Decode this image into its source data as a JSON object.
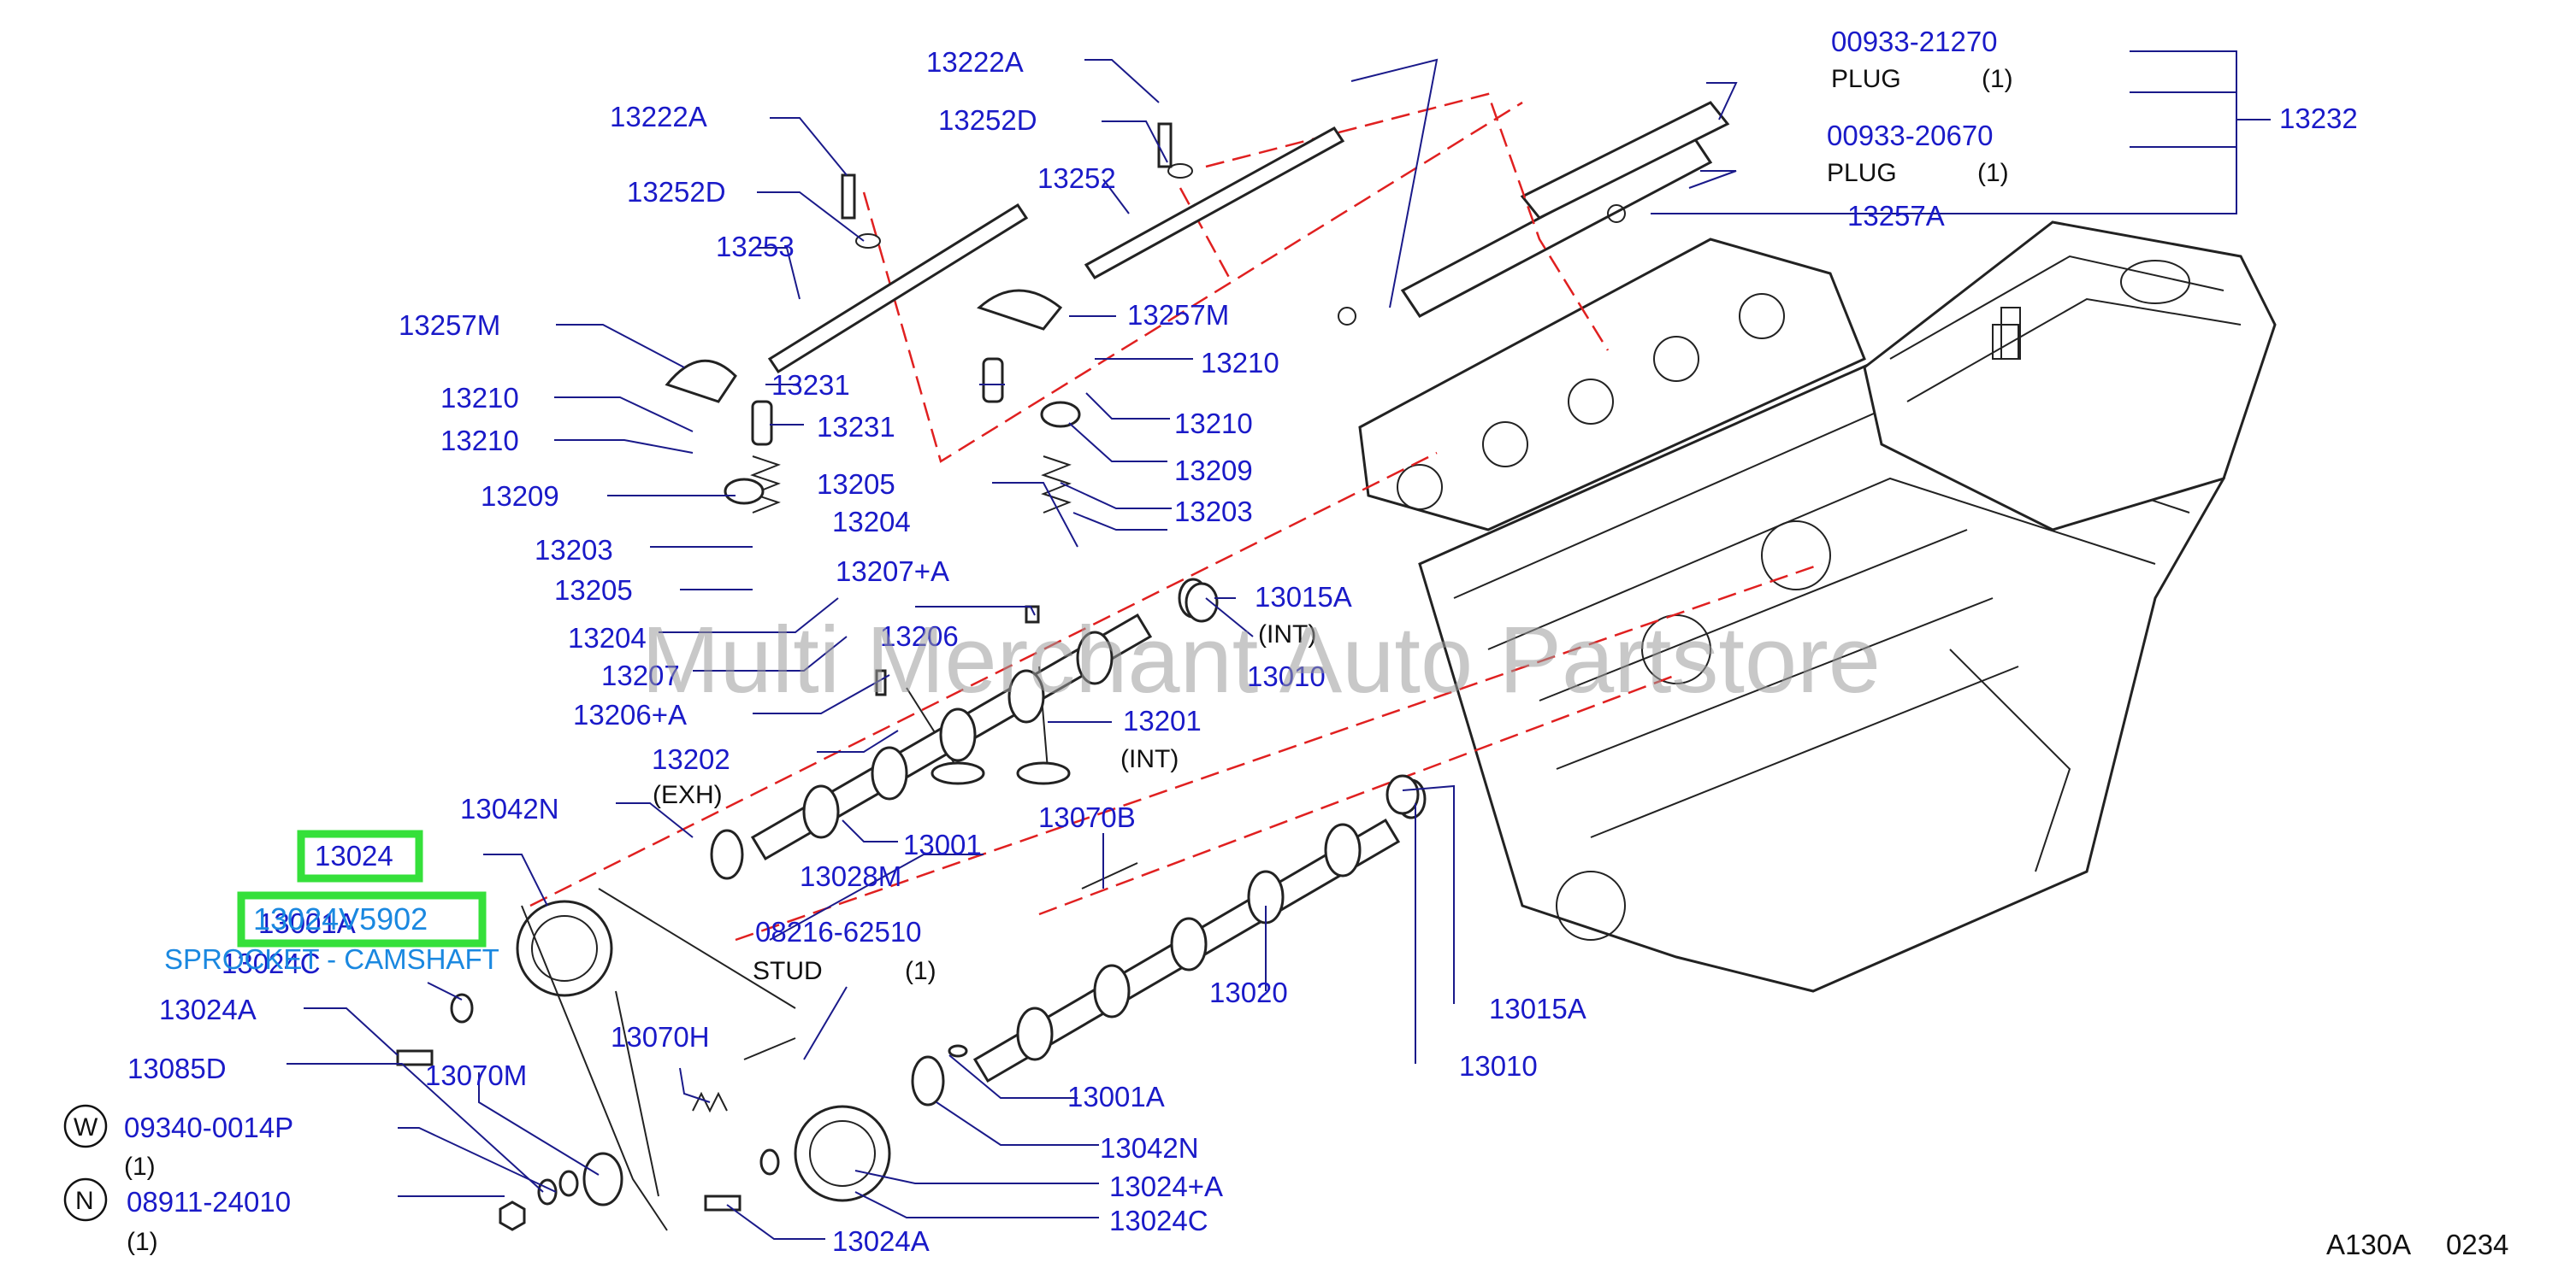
{
  "diagram": {
    "watermark": "Multi Merchant Auto Partstore",
    "figure_ref": "A130A",
    "figure_num": "0234",
    "highlight": {
      "part_number": "13024",
      "alt_part_number": "13024V5902",
      "description": "SPROCKET - CAMSHAFT"
    },
    "plug_1": {
      "part": "00933-21270",
      "name": "PLUG",
      "qty": "(1)"
    },
    "plug_2": {
      "part": "00933-20670",
      "name": "PLUG",
      "qty": "(1)"
    },
    "stud": {
      "part": "08216-62510",
      "name": "STUD",
      "qty": "(1)"
    },
    "symbol_w": {
      "letter": "W",
      "part": "09340-0014P",
      "qty": "(1)"
    },
    "symbol_n": {
      "letter": "N",
      "part": "08911-24010",
      "qty": "(1)"
    },
    "exh": "(EXH)",
    "int": "(INT)",
    "callouts": [
      "13222A",
      "13252D",
      "13252",
      "13222A",
      "13252D",
      "13253",
      "13257M",
      "13257M",
      "13210",
      "13210",
      "13231",
      "13231",
      "13210",
      "13210",
      "13209",
      "13209",
      "13203",
      "13203",
      "13205",
      "13205",
      "13204",
      "13204",
      "13207+A",
      "13207",
      "13206",
      "13206+A",
      "13202",
      "13015A",
      "13010",
      "13201",
      "13042N",
      "13001",
      "13028M",
      "13070B",
      "13001A",
      "13024C",
      "13024A",
      "13085D",
      "13070H",
      "13070M",
      "13020",
      "13015A",
      "13010",
      "13001A",
      "13042N",
      "13024+A",
      "13024C",
      "13024A",
      "13257A",
      "13232"
    ]
  }
}
